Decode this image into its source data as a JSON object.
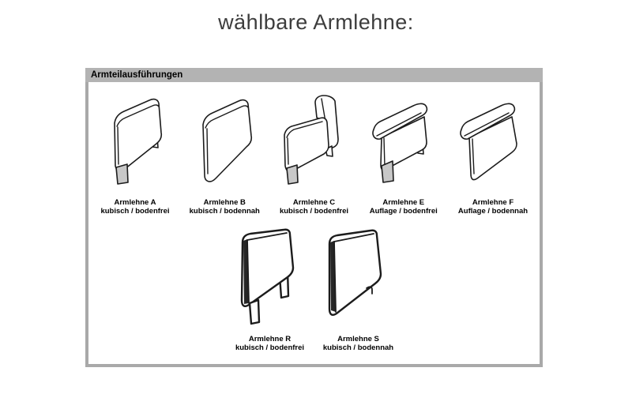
{
  "page": {
    "title": "wählbare Armlehne:"
  },
  "panel": {
    "header": "Armteilausführungen",
    "colors": {
      "header_bg": "#b3b3b3",
      "panel_border": "#a9a9a9",
      "line_art": "#1c1c1c",
      "foot_fill": "#c8c8c8",
      "title_text": "#3d3d3d"
    },
    "row1": [
      {
        "name": "Armlehne A",
        "desc": "kubisch / bodenfrei",
        "icon": "armrest-cubic-feet-icon"
      },
      {
        "name": "Armlehne B",
        "desc": "kubisch / bodennah",
        "icon": "armrest-cubic-floor-icon"
      },
      {
        "name": "Armlehne C",
        "desc": "kubisch / bodenfrei",
        "icon": "armrest-cubic-highback-feet-icon"
      },
      {
        "name": "Armlehne E",
        "desc": "Auflage / bodenfrei",
        "icon": "armrest-pad-feet-icon"
      },
      {
        "name": "Armlehne F",
        "desc": "Auflage / bodennah",
        "icon": "armrest-pad-floor-icon"
      }
    ],
    "row2": [
      {
        "name": "Armlehne R",
        "desc": "kubisch / bodenfrei",
        "icon": "armrest-panel-feet-icon"
      },
      {
        "name": "Armlehne S",
        "desc": "kubisch / bodennah",
        "icon": "armrest-panel-floor-icon"
      }
    ]
  }
}
